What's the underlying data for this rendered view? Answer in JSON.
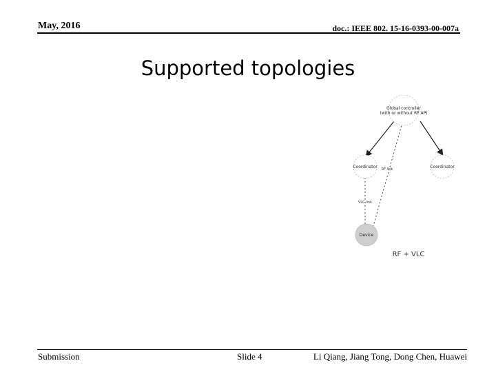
{
  "header": {
    "date": "May, 2016",
    "doc_id": "doc.: IEEE 802. 15-16-0393-00-007a"
  },
  "title": "Supported topologies",
  "diagram": {
    "global_controller_line1": "Global controller",
    "global_controller_line2": "(with or without RF AP)",
    "coordinator_left": "Coordinator",
    "coordinator_right": "Coordinator",
    "rf_link": "RF link",
    "vlc_link": "VLC link",
    "device": "Device",
    "caption": "RF + VLC"
  },
  "footer": {
    "submission": "Submission",
    "slide": "Slide 4",
    "authors": "Li Qiang, Jiang Tong, Dong Chen, Huawei"
  },
  "colors": {
    "device_fill": "#cfcfcf",
    "node_stroke": "#bbbbbb"
  }
}
